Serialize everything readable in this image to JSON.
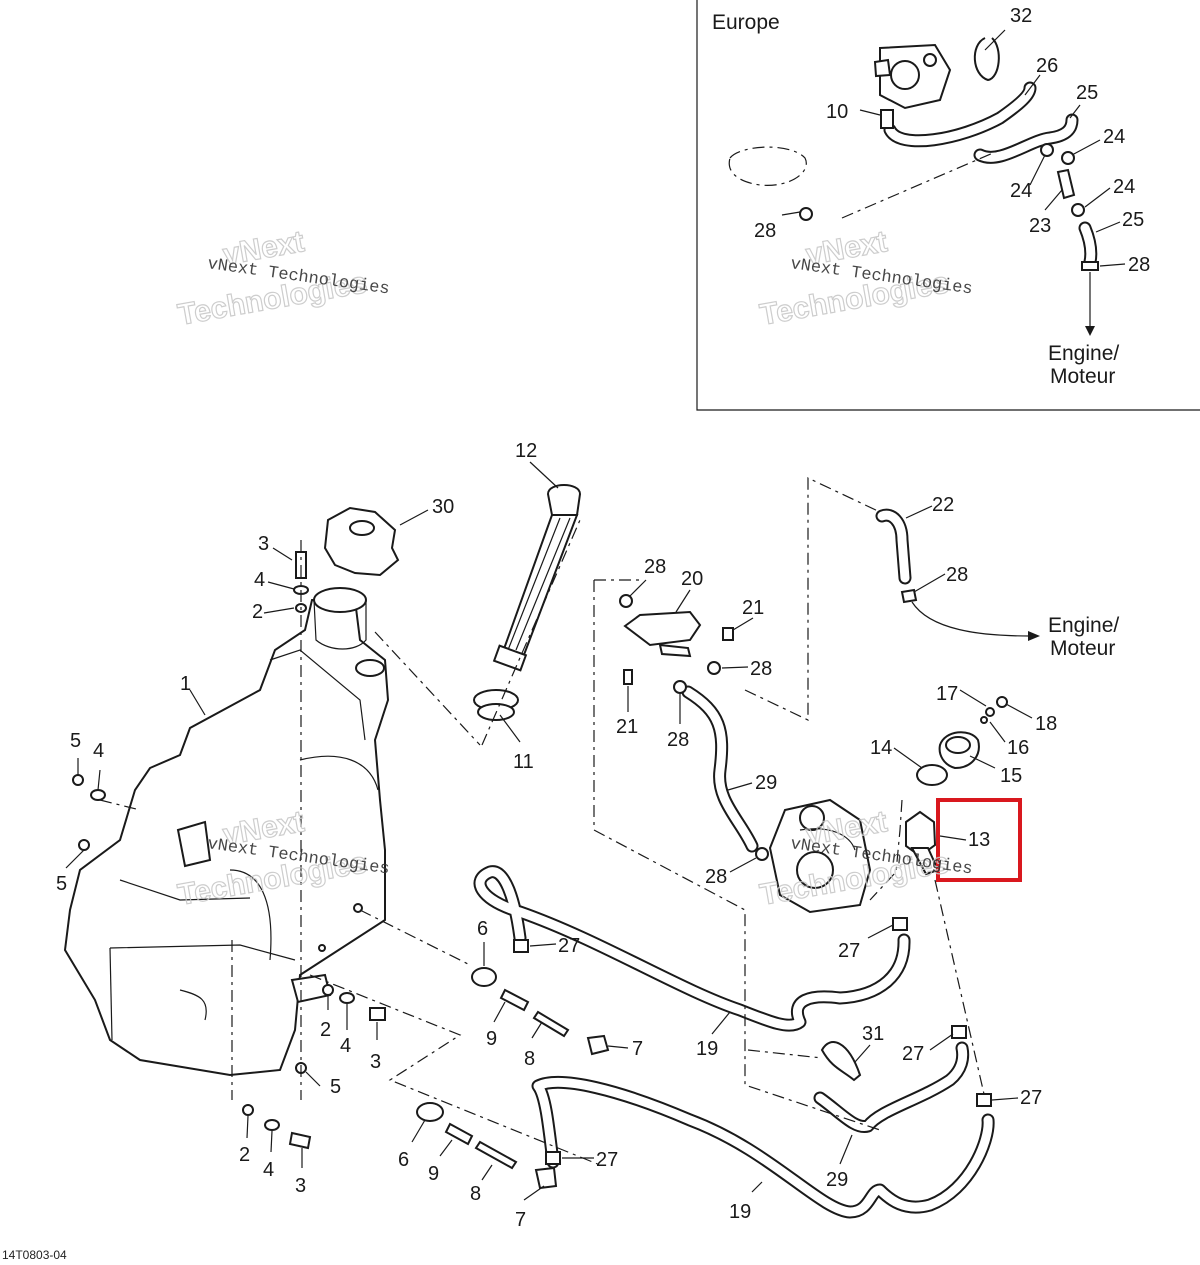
{
  "inset": {
    "title": "Europe"
  },
  "callouts": {
    "c1": "1",
    "c2a": "2",
    "c2b": "2",
    "c2c": "2",
    "c3a": "3",
    "c3b": "3",
    "c3c": "3",
    "c4a": "4",
    "c4b": "4",
    "c4c": "4",
    "c4d": "4",
    "c5a": "5",
    "c5b": "5",
    "c5c": "5",
    "c6a": "6",
    "c6b": "6",
    "c7a": "7",
    "c7b": "7",
    "c8a": "8",
    "c8b": "8",
    "c9a": "9",
    "c9b": "9",
    "c10": "10",
    "c11": "11",
    "c12": "12",
    "c13": "13",
    "c14": "14",
    "c15": "15",
    "c16": "16",
    "c17": "17",
    "c18": "18",
    "c19a": "19",
    "c19b": "19",
    "c20": "20",
    "c21a": "21",
    "c21b": "21",
    "c22": "22",
    "c23": "23",
    "c24a": "24",
    "c24b": "24",
    "c24c": "24",
    "c25a": "25",
    "c25b": "25",
    "c26": "26",
    "c27a": "27",
    "c27b": "27",
    "c27c": "27",
    "c27d": "27",
    "c27e": "27",
    "c28a": "28",
    "c28b": "28",
    "c28c": "28",
    "c28d": "28",
    "c28e": "28",
    "c28f": "28",
    "c28g": "28",
    "c29a": "29",
    "c29b": "29",
    "c30": "30",
    "c31": "31",
    "c32": "32"
  },
  "destinations": {
    "inset_line1": "Engine/",
    "inset_line2": "Moteur",
    "main_line1": "Engine/",
    "main_line2": "Moteur"
  },
  "watermarks": {
    "small_text": "vNext Technologies",
    "large_line1": "vNext",
    "large_line2": "Technologies"
  },
  "reference_code": "14T0803-04",
  "highlight": {
    "part": "13",
    "color": "#d9181e"
  }
}
